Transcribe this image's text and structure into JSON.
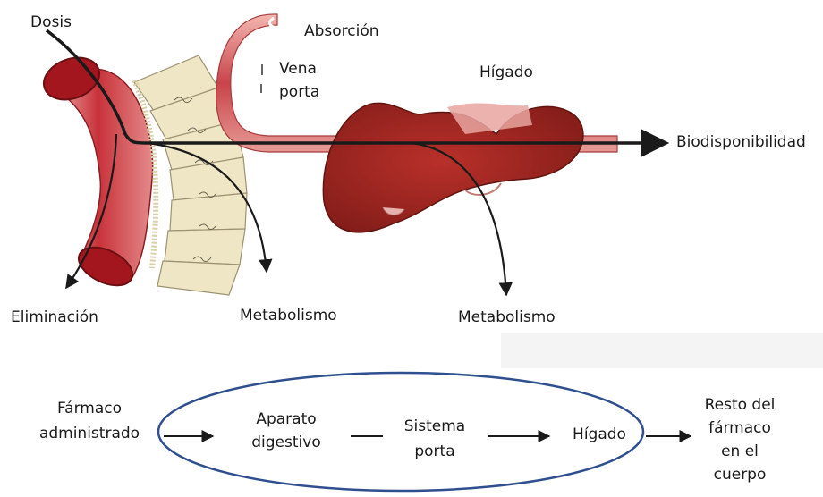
{
  "labels": {
    "dosis": "Dosis",
    "absorcion": "Absorción",
    "vena": "Vena",
    "porta": "porta",
    "higado_top": "Hígado",
    "biodisponibilidad": "Biodisponibilidad",
    "eliminacion": "Eliminación",
    "metabolismo_1": "Metabolismo",
    "metabolismo_2": "Metabolismo"
  },
  "flow": {
    "farmaco_l1": "Fármaco",
    "farmaco_l2": "administrado",
    "aparato_l1": "Aparato",
    "aparato_l2": "digestivo",
    "sistema_l1": "Sistema",
    "sistema_l2": "porta",
    "higado": "Hígado",
    "resto_l1": "Resto del",
    "resto_l2": "fármaco",
    "resto_l3": "en el",
    "resto_l4": "cuerpo"
  },
  "colors": {
    "ellipse_stroke": "#2f4f8f",
    "intestine": "#c8323a",
    "liver": "#9a2320",
    "villi": "#efe6c6",
    "arrow": "#1a1a1a"
  }
}
